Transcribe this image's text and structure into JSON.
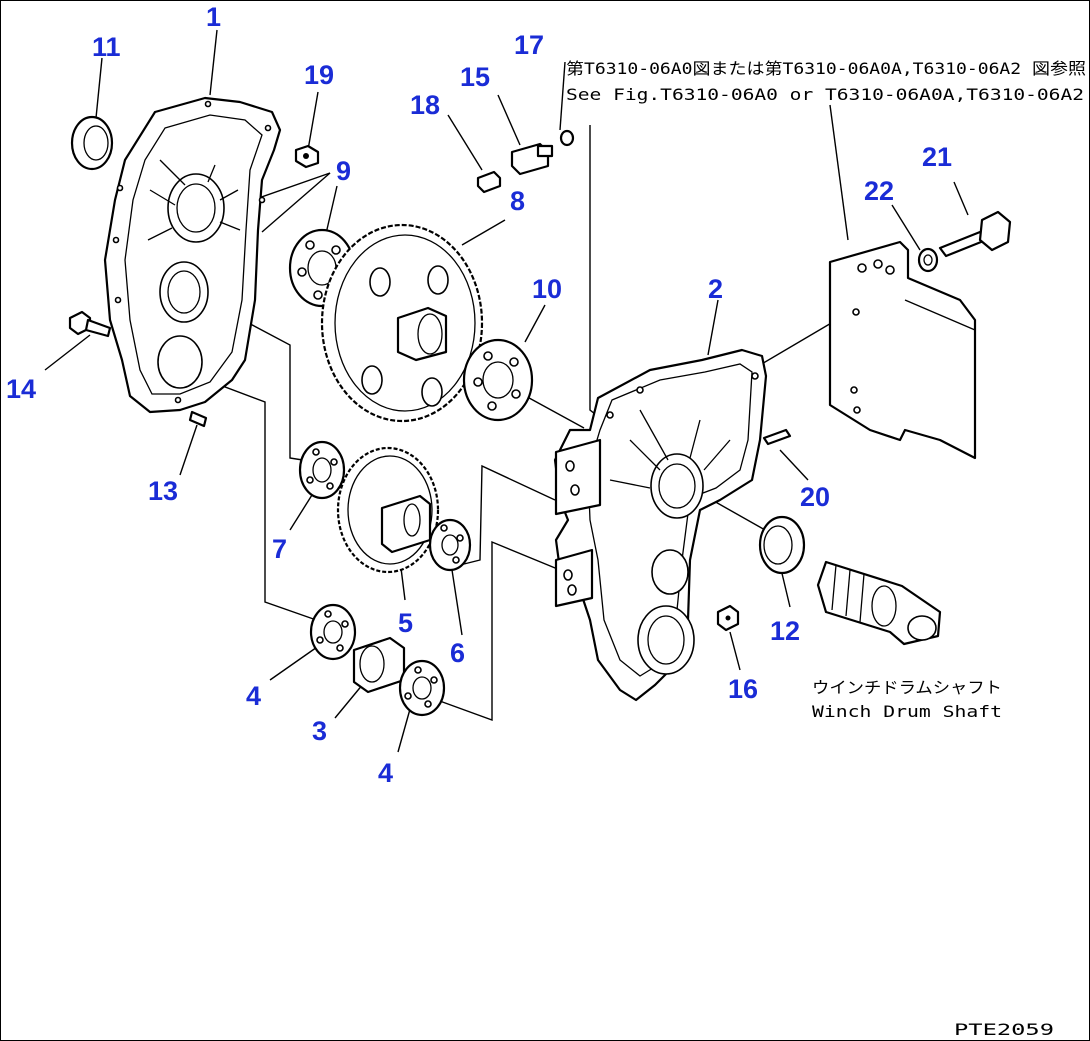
{
  "callouts": [
    "1",
    "2",
    "3",
    "4",
    "4",
    "5",
    "6",
    "7",
    "8",
    "9",
    "10",
    "11",
    "12",
    "13",
    "14",
    "15",
    "16",
    "17",
    "18",
    "19",
    "20",
    "21",
    "22"
  ],
  "note": {
    "line1": "第T6310-06A0図または第T6310-06A0A,T6310-06A2 図参照",
    "line2": "See Fig.T6310-06A0 or T6310-06A0A,T6310-06A2"
  },
  "shaft_label": {
    "jp": "ウインチドラムシャフト",
    "en": "Winch Drum Shaft"
  },
  "figure_code": "PTE2059",
  "colors": {
    "callout": "#1a2cd6",
    "line": "#000000",
    "background": "#ffffff"
  }
}
